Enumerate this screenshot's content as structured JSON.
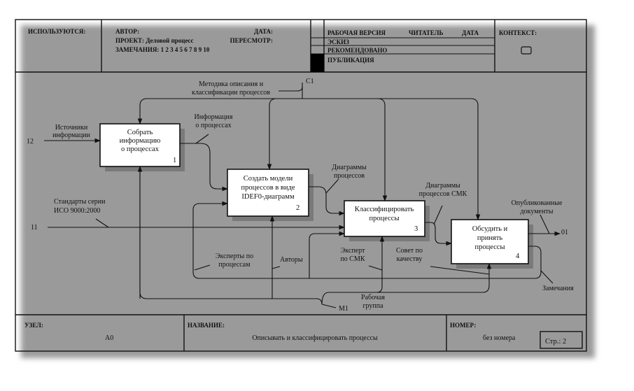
{
  "header": {
    "used_in_label": "ИСПОЛЬЗУЮТСЯ:",
    "author_label": "АВТОР:",
    "date_label": "ДАТА:",
    "project_label": "ПРОЕКТ: Деловой процесс",
    "revision_label": "ПЕРЕСМОТР:",
    "notes_label": "ЗАМЕЧАНИЯ: 1 2 3 4 5 6 7 8 9 10",
    "working_label": "РАБОЧАЯ ВЕРСИЯ",
    "reader_label": "ЧИТАТЕЛЬ",
    "date2_label": "ДАТА",
    "draft_label": "ЭСКИЗ",
    "recommended_label": "РЕКОМЕНДОВАНО",
    "publication_label": "ПУБЛИКАЦИЯ",
    "context_label": "КОНТЕКСТ:"
  },
  "boxes": [
    {
      "lines": [
        "Собрать",
        "информацию",
        "о процессах"
      ],
      "number": "1"
    },
    {
      "lines": [
        "Создать модели",
        "процессов в виде",
        "IDEF0-диаграмм"
      ],
      "number": "2"
    },
    {
      "lines": [
        "Классифицировать",
        "процессы"
      ],
      "number": "3"
    },
    {
      "lines": [
        "Обсудить и",
        "принять",
        "процессы"
      ],
      "number": "4"
    }
  ],
  "arrows": {
    "c1_code": "C1",
    "c1_label": [
      "Методика описания и",
      "классификации процессов"
    ],
    "i2_code": "12",
    "i2_label": [
      "Источники",
      "информации"
    ],
    "i1_code": "11",
    "i1_label": [
      "Стандарты серии",
      "ИСО 9000:2000"
    ],
    "info_label": [
      "Информация",
      "о процессах"
    ],
    "diagrams_label": [
      "Диаграммы",
      "процессов"
    ],
    "qms_diagrams_label": [
      "Диаграммы",
      "процессов СМК"
    ],
    "o1_code": "01",
    "o1_label": [
      "Опубликованные",
      "документы"
    ],
    "remarks_label": "Замечания",
    "experts_label": [
      "Эксперты по",
      "процессам"
    ],
    "authors_label": "Авторы",
    "qms_expert_label": [
      "Эксперт",
      "по СМК"
    ],
    "council_label": [
      "Совет  по",
      "качеству"
    ],
    "workgroup_label": [
      "Рабочая",
      "группа"
    ],
    "m1_code": "M1"
  },
  "footer": {
    "node_label": "УЗЕЛ:",
    "node_value": "A0",
    "title_label": "НАЗВАНИЕ:",
    "title_value": "Описывать и классифицировать процессы",
    "number_label": "НОМЕР:",
    "number_value": "без номера",
    "page_label": "Стр.: 2"
  }
}
